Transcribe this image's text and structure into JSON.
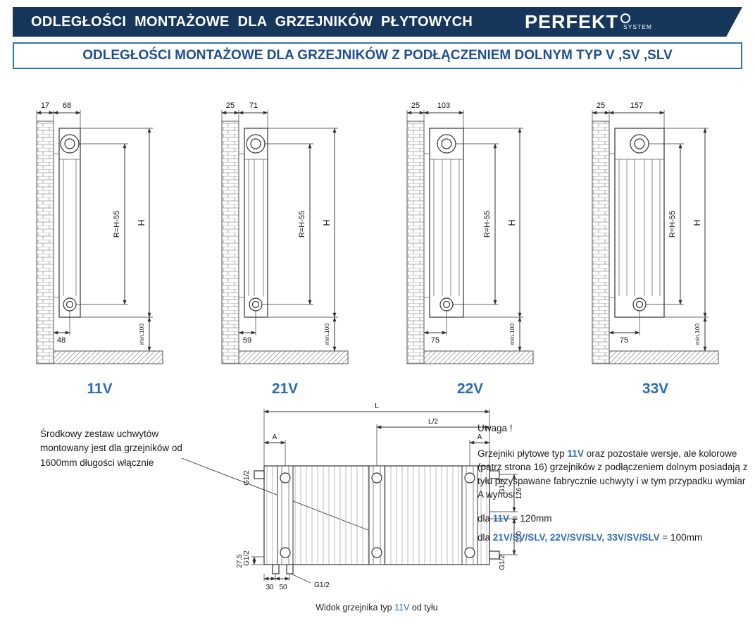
{
  "colors": {
    "banner_bg": "#16365c",
    "accent_blue": "#2e6db5",
    "border_blue": "#2e75b6",
    "subheader_text": "#1d4f91"
  },
  "header": {
    "title": "ODLEGŁOŚCI MONTAŻOWE DLA GRZEJNIKÓW PŁYTOWYCH",
    "brand": "PERFEKT",
    "brand_sub": "SYSTEM"
  },
  "subheader": {
    "title": "ODLEGŁOŚCI MONTAŻOWE DLA GRZEJNIKÓW Z PODŁĄCZENIEM DOLNYM TYP V ,SV ,SLV"
  },
  "diagrams": [
    {
      "type": "11V",
      "wall_offset": "17",
      "depth": "68",
      "pipe_spacing": "R=H-55",
      "height": "H",
      "bottom_offset": "48",
      "floor_clearance": "min.100"
    },
    {
      "type": "21V",
      "wall_offset": "25",
      "depth": "71",
      "pipe_spacing": "R=H-55",
      "height": "H",
      "bottom_offset": "59",
      "floor_clearance": "min.100"
    },
    {
      "type": "22V",
      "wall_offset": "25",
      "depth": "103",
      "pipe_spacing": "R=H-55",
      "height": "H",
      "bottom_offset": "75",
      "floor_clearance": "min.100"
    },
    {
      "type": "33V",
      "wall_offset": "25",
      "depth": "157",
      "pipe_spacing": "R=H-55",
      "height": "H",
      "bottom_offset": "75",
      "floor_clearance": "min.100"
    }
  ],
  "left_note": {
    "text": "Środkowy zestaw uchwytów montowany jest dla grzejników od 1600mm długości włącznie"
  },
  "rear_view": {
    "dim_L": "L",
    "dim_L2": "L/2",
    "dim_A_left": "A",
    "dim_A_right": "A",
    "g12": "G1/2",
    "dim_126": "126",
    "dim_100": "100",
    "dim_275": "27,5",
    "dim_30": "30",
    "dim_50": "50",
    "caption_pre": "Widok grzejnika typ ",
    "caption_type": "11V",
    "caption_post": " od tyłu"
  },
  "note": {
    "title": "Uwaga !",
    "body_pre": "Grzejniki płytowe typ ",
    "body_type": "11V",
    "body_post": " oraz pozostałe wersje, ale kolorowe (patrz strona 16) grzejników z podłączeniem dolnym posiadają z tyłu przyspawane fabrycznie uchwyty i w tym przypadku wymiar A wynosi:",
    "line1_pre": "dla ",
    "line1_type": "11V",
    "line1_post": " = 120mm",
    "line2_pre": "dla ",
    "line2_types": "21V/SV/SLV, 22V/SV/SLV, 33V/SV/SLV",
    "line2_post": " = 100mm"
  }
}
